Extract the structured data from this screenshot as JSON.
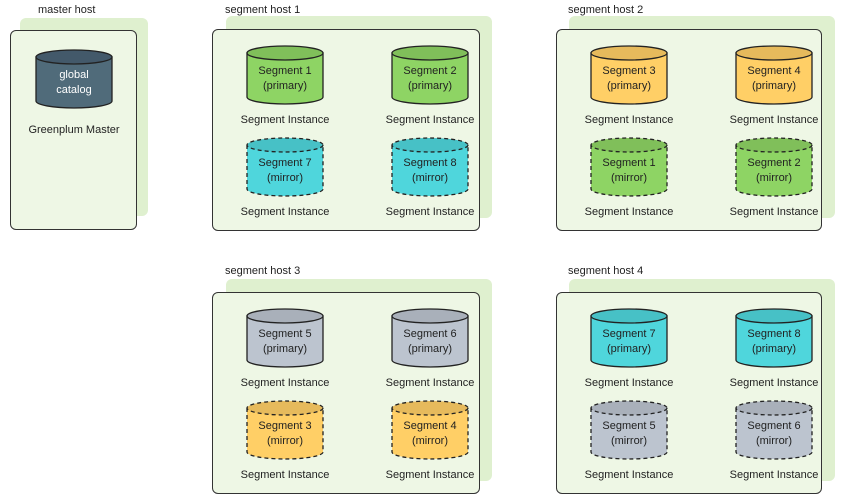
{
  "master": {
    "title": "master host",
    "catalog_line1": "global",
    "catalog_line2": "catalog",
    "caption": "Greenplum Master",
    "color": "#506b7a"
  },
  "instance_caption": "Segment Instance",
  "colors": {
    "green": "#8ed464",
    "yellow": "#ffcf66",
    "cyan": "#4fd6dc",
    "gray": "#bcc4cf",
    "host_fill": "#eef7e5",
    "host_shadow": "#dff0cf"
  },
  "hosts": [
    {
      "title": "segment host 1",
      "instances": [
        {
          "name": "Segment 1",
          "role": "(primary)",
          "color": "#8ed464",
          "mirror": false
        },
        {
          "name": "Segment 2",
          "role": "(primary)",
          "color": "#8ed464",
          "mirror": false
        },
        {
          "name": "Segment 7",
          "role": "(mirror)",
          "color": "#4fd6dc",
          "mirror": true
        },
        {
          "name": "Segment 8",
          "role": "(mirror)",
          "color": "#4fd6dc",
          "mirror": true
        }
      ]
    },
    {
      "title": "segment host 2",
      "instances": [
        {
          "name": "Segment 3",
          "role": "(primary)",
          "color": "#ffcf66",
          "mirror": false
        },
        {
          "name": "Segment 4",
          "role": "(primary)",
          "color": "#ffcf66",
          "mirror": false
        },
        {
          "name": "Segment 1",
          "role": "(mirror)",
          "color": "#8ed464",
          "mirror": true
        },
        {
          "name": "Segment 2",
          "role": "(mirror)",
          "color": "#8ed464",
          "mirror": true
        }
      ]
    },
    {
      "title": "segment host 3",
      "instances": [
        {
          "name": "Segment 5",
          "role": "(primary)",
          "color": "#bcc4cf",
          "mirror": false
        },
        {
          "name": "Segment 6",
          "role": "(primary)",
          "color": "#bcc4cf",
          "mirror": false
        },
        {
          "name": "Segment 3",
          "role": "(mirror)",
          "color": "#ffcf66",
          "mirror": true
        },
        {
          "name": "Segment 4",
          "role": "(mirror)",
          "color": "#ffcf66",
          "mirror": true
        }
      ]
    },
    {
      "title": "segment host 4",
      "instances": [
        {
          "name": "Segment 7",
          "role": "(primary)",
          "color": "#4fd6dc",
          "mirror": false
        },
        {
          "name": "Segment 8",
          "role": "(primary)",
          "color": "#4fd6dc",
          "mirror": false
        },
        {
          "name": "Segment 5",
          "role": "(mirror)",
          "color": "#bcc4cf",
          "mirror": true
        },
        {
          "name": "Segment 6",
          "role": "(mirror)",
          "color": "#bcc4cf",
          "mirror": true
        }
      ]
    }
  ]
}
